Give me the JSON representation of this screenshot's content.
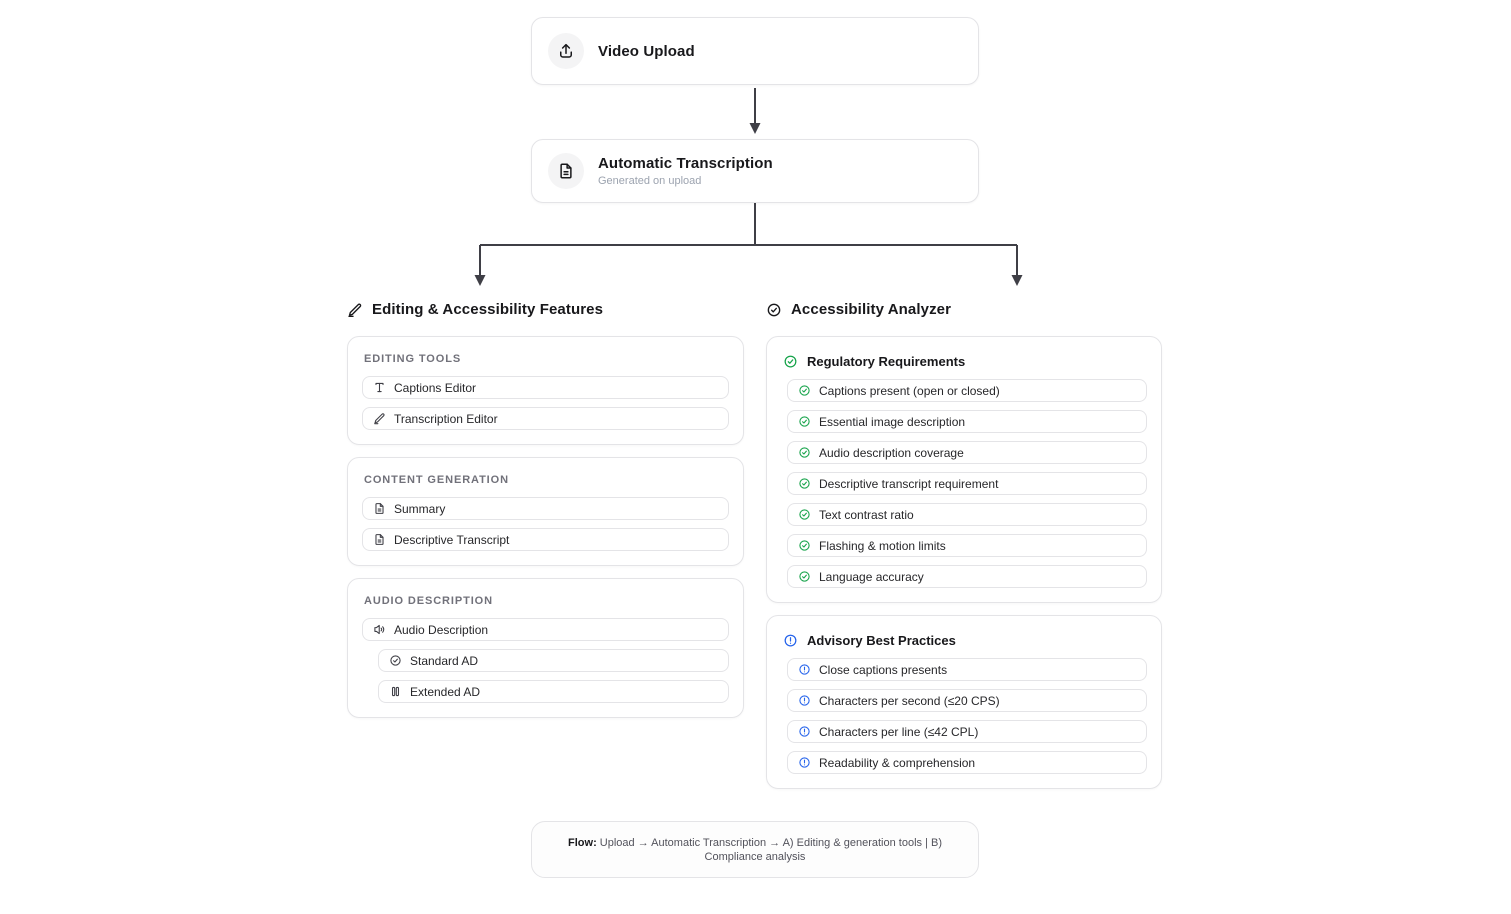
{
  "flow": {
    "video_upload": {
      "title": "Video Upload",
      "icon": "upload"
    },
    "automatic_transcription": {
      "title": "Automatic Transcription",
      "subtitle": "Generated on upload",
      "icon": "file-text"
    }
  },
  "left_section": {
    "title": "Editing & Accessibility Features",
    "icon": "pencil",
    "cards": [
      {
        "label": "EDITING TOOLS",
        "items": [
          {
            "label": "Captions Editor",
            "icon": "type",
            "indent": false
          },
          {
            "label": "Transcription Editor",
            "icon": "pencil",
            "indent": false
          }
        ]
      },
      {
        "label": "CONTENT GENERATION",
        "items": [
          {
            "label": "Summary",
            "icon": "file-text",
            "indent": false
          },
          {
            "label": "Descriptive Transcript",
            "icon": "file-text",
            "indent": false
          }
        ]
      },
      {
        "label": "AUDIO DESCRIPTION",
        "items": [
          {
            "label": "Audio Description",
            "icon": "speaker",
            "indent": false
          },
          {
            "label": "Standard AD",
            "icon": "check-circle",
            "indent": true
          },
          {
            "label": "Extended AD",
            "icon": "pause",
            "indent": true
          }
        ]
      }
    ]
  },
  "right_section": {
    "title": "Accessibility Analyzer",
    "icon": "check-circle",
    "cards": [
      {
        "title": "Regulatory Requirements",
        "icon": "check-circle",
        "accent": "#16a34a",
        "items": [
          "Captions present (open or closed)",
          "Essential image description",
          "Audio description coverage",
          "Descriptive transcript requirement",
          "Text contrast ratio",
          "Flashing & motion limits",
          "Language accuracy"
        ]
      },
      {
        "title": "Advisory Best Practices",
        "icon": "alert-circle",
        "accent": "#2563eb",
        "items": [
          "Close captions presents",
          "Characters per second (≤20 CPS)",
          "Characters per line (≤42 CPL)",
          "Readability & comprehension"
        ]
      }
    ]
  },
  "footer": {
    "label": "Flow:",
    "text": " Upload → Automatic Transcription → A) Editing & generation tools | B) Compliance analysis"
  },
  "colors": {
    "regulatory_accent": "#16a34a",
    "advisory_accent": "#2563eb",
    "connector": "#3f3f46",
    "border": "#e4e4e7"
  }
}
